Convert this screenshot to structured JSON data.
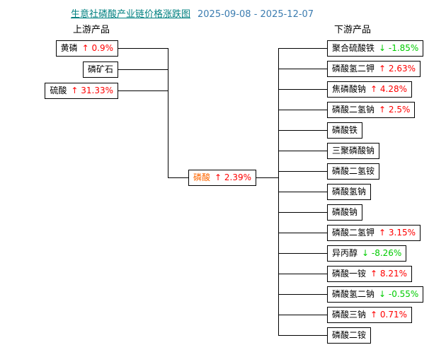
{
  "header": {
    "title": "生意社磷酸产业链价格涨跌图",
    "date_range": "2025-09-08 - 2025-12-07"
  },
  "sections": {
    "upstream_label": "上游产品",
    "downstream_label": "下游产品"
  },
  "colors": {
    "title": "#008080",
    "date": "#3b7cb0",
    "up": "#ff0000",
    "down": "#00cc00",
    "center_name": "#ff6600",
    "box_border": "#000000"
  },
  "center": {
    "name": "磷酸",
    "change": "↑ 2.39%",
    "trend": "up"
  },
  "upstream": {
    "items": [
      {
        "name": "黄磷",
        "change": "↑ 0.9%",
        "trend": "up"
      },
      {
        "name": "磷矿石",
        "change": "",
        "trend": ""
      },
      {
        "name": "硫酸",
        "change": "↑ 31.33%",
        "trend": "up"
      }
    ]
  },
  "downstream": {
    "items": [
      {
        "name": "聚合硫酸铁",
        "change": "↓ -1.85%",
        "trend": "down"
      },
      {
        "name": "磷酸氢二钾",
        "change": "↑ 2.63%",
        "trend": "up"
      },
      {
        "name": "焦磷酸钠",
        "change": "↑ 4.28%",
        "trend": "up"
      },
      {
        "name": "磷酸二氢钠",
        "change": "↑ 2.5%",
        "trend": "up"
      },
      {
        "name": "磷酸铁",
        "change": "",
        "trend": ""
      },
      {
        "name": "三聚磷酸钠",
        "change": "",
        "trend": ""
      },
      {
        "name": "磷酸二氢铵",
        "change": "",
        "trend": ""
      },
      {
        "name": "磷酸氢钠",
        "change": "",
        "trend": ""
      },
      {
        "name": "磷酸钠",
        "change": "",
        "trend": ""
      },
      {
        "name": "磷酸二氢钾",
        "change": "↑ 3.15%",
        "trend": "up"
      },
      {
        "name": "异丙醇",
        "change": "↓ -8.26%",
        "trend": "down"
      },
      {
        "name": "磷酸一铵",
        "change": "↑ 8.21%",
        "trend": "up"
      },
      {
        "name": "磷酸氢二钠",
        "change": "↓ -0.55%",
        "trend": "down"
      },
      {
        "name": "磷酸三钠",
        "change": "↑ 0.71%",
        "trend": "up"
      },
      {
        "name": "磷酸二铵",
        "change": "",
        "trend": ""
      }
    ]
  }
}
